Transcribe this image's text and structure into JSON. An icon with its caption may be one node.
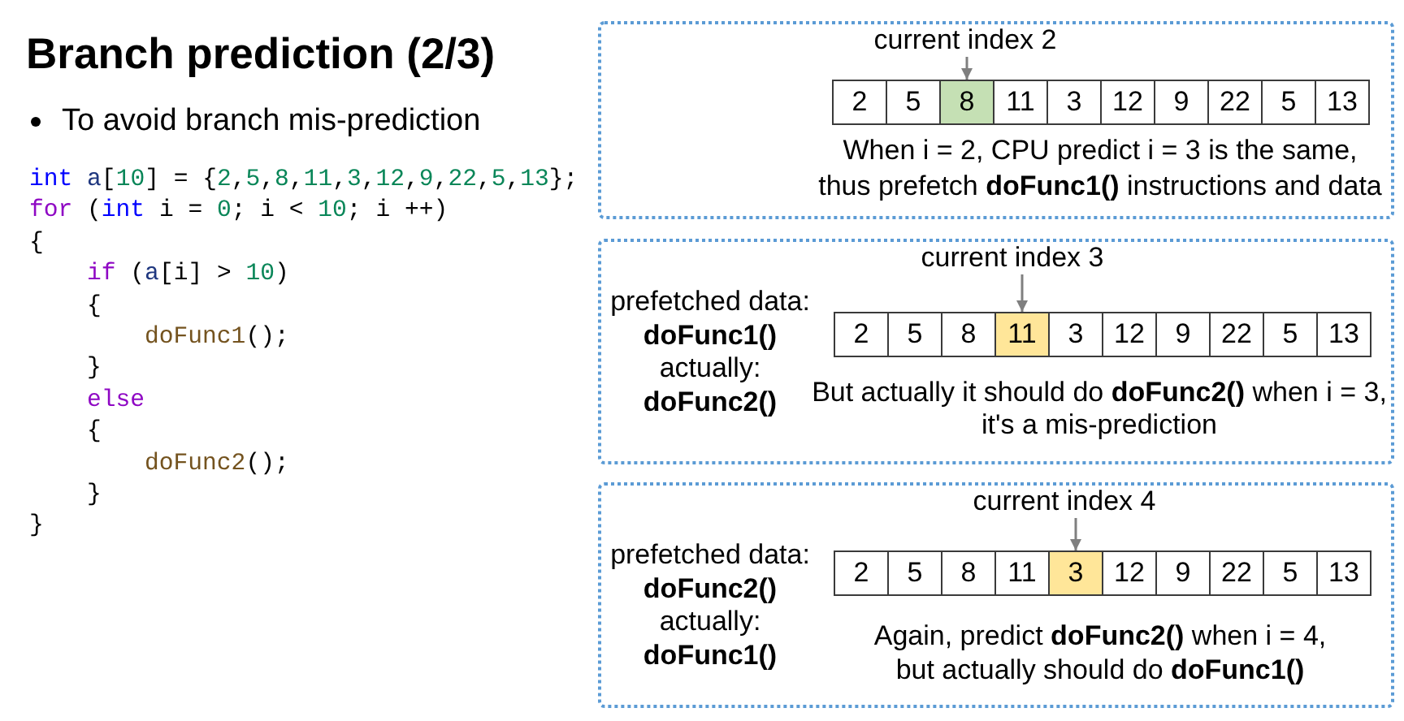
{
  "diagram": {
    "title": "Branch prediction (2/3)",
    "nodes": [
      {
        "text": [
          "When i = 2, CPU predict i = 3 is the same, thus prefetch **doFunc1()** instructions and data"
        ]
      },
      {
        "text": [
          "current index 2"
        ],
        "in": 0
      },
      {
        "text": [
          "2"
        ],
        "in": 0
      },
      {
        "text": [
          "5"
        ],
        "in": 0
      },
      {
        "text": [
          "8"
        ],
        "in": 0
      },
      {
        "text": [
          "11"
        ],
        "in": 0
      },
      {
        "text": [
          "3"
        ],
        "in": 0
      },
      {
        "text": [
          "12"
        ],
        "in": 0
      },
      {
        "text": [
          "9"
        ],
        "in": 0
      },
      {
        "text": [
          "22"
        ],
        "in": 0
      },
      {
        "text": [
          "5"
        ],
        "in": 0
      },
      {
        "text": [
          "13"
        ],
        "in": 0
      },
      {
        "text": [
          "prefetched data: **doFunc1()** actually: **doFunc2()**",
          "But actually it should do **doFunc2()** when i = 3, it's a mis-prediction"
        ]
      },
      {
        "text": [
          "current index 3"
        ],
        "in": 12
      },
      {
        "text": [
          "2"
        ],
        "in": 12
      },
      {
        "text": [
          "5"
        ],
        "in": 12
      },
      {
        "text": [
          "8"
        ],
        "in": 12
      },
      {
        "text": [
          "11"
        ],
        "in": 12
      },
      {
        "text": [
          "3"
        ],
        "in": 12
      },
      {
        "text": [
          "12"
        ],
        "in": 12
      },
      {
        "text": [
          "9"
        ],
        "in": 12
      },
      {
        "text": [
          "22"
        ],
        "in": 12
      },
      {
        "text": [
          "5"
        ],
        "in": 12
      },
      {
        "text": [
          "13"
        ],
        "in": 12
      },
      {
        "text": [
          "prefetched data: **doFunc2()** actually: **doFunc1()**",
          "Again, predict **doFunc2()** when i = 4, but actually should do **doFunc1()**"
        ]
      },
      {
        "text": [
          "current index 4"
        ],
        "in": 24
      },
      {
        "text": [
          "2"
        ],
        "in": 24
      },
      {
        "text": [
          "5"
        ],
        "in": 24
      },
      {
        "text": [
          "8"
        ],
        "in": 24
      },
      {
        "text": [
          "11"
        ],
        "in": 24
      },
      {
        "text": [
          "3"
        ],
        "in": 24
      },
      {
        "text": [
          "12"
        ],
        "in": 24
      },
      {
        "text": [
          "9"
        ],
        "in": 24
      },
      {
        "text": [
          "22"
        ],
        "in": 24
      },
      {
        "text": [
          "5"
        ],
        "in": 24
      },
      {
        "text": [
          "13"
        ],
        "in": 24
      }
    ],
    "edges": [
      {
        "from": 1,
        "to": 4,
        "arrow": "to"
      },
      {
        "from": 13,
        "to": 17,
        "arrow": "to"
      },
      {
        "from": 25,
        "to": 30,
        "arrow": "to"
      }
    ],
    "labels": [
      "To avoid branch mis-prediction",
      "int a[10] = {2,5,8,11,3,12,9,22,5,13};",
      "for (int i = 0; i < 10; i ++)",
      "{",
      "if (a[i] > 10)",
      "{",
      "doFunc1();",
      "}",
      "else",
      "{",
      "doFunc2();",
      "}",
      "}"
    ]
  }
}
